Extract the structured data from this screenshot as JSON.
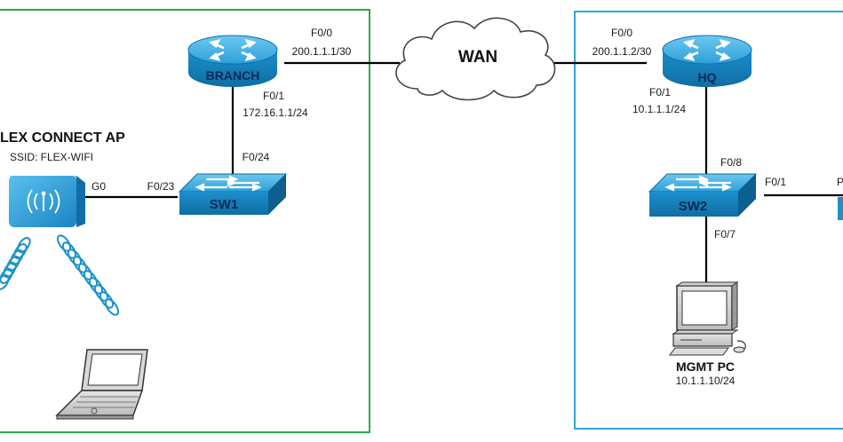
{
  "colors": {
    "branch_site_border": "#2ea84a",
    "hq_site_border": "#32a6d6",
    "link": "#000000",
    "device_blue": "#1c8fcc",
    "device_top": "#49b6e8",
    "device_label": "#0a2a55",
    "wifi_wave": "#1c93c8"
  },
  "wan": {
    "label": "WAN",
    "icon": "cloud-icon"
  },
  "branch_router": {
    "name": "BRANCH",
    "icon": "router-icon",
    "f00_port": "F0/0",
    "f00_ip": "200.1.1.1/30",
    "f01_port": "F0/1",
    "f01_ip": "172.16.1.1/24"
  },
  "hq_router": {
    "name": "HQ",
    "icon": "router-icon",
    "f00_port": "F0/0",
    "f00_ip": "200.1.1.2/30",
    "f01_port": "F0/1",
    "f01_ip": "10.1.1.1/24"
  },
  "sw1": {
    "name": "SW1",
    "icon": "switch-icon",
    "port_up": "F0/24",
    "port_left": "F0/23"
  },
  "sw2": {
    "name": "SW2",
    "icon": "switch-icon",
    "port_up": "F0/8",
    "port_right": "F0/1",
    "port_down": "F0/7"
  },
  "ap": {
    "title": "LEX CONNECT AP",
    "ssid": "SSID: FLEX-WIFI",
    "port": "G0",
    "icon": "access-point-icon"
  },
  "mgmt_pc": {
    "name": "MGMT PC",
    "ip": "10.1.1.10/24",
    "icon": "desktop-pc-icon"
  },
  "laptop": {
    "icon": "laptop-icon"
  },
  "offscreen_device": {
    "port_label": "P"
  }
}
